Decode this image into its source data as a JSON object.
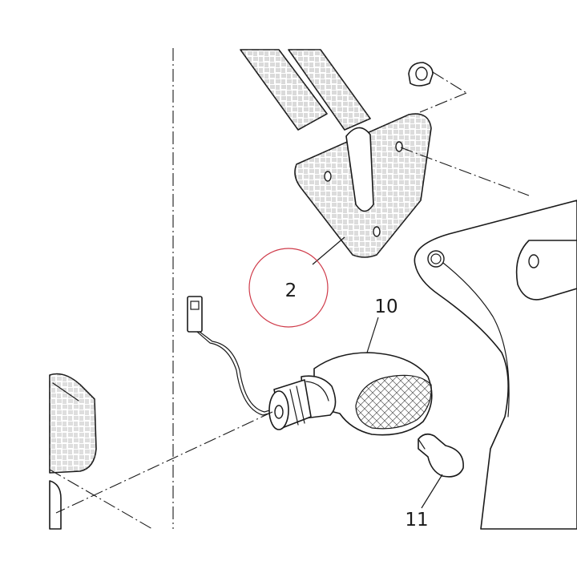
{
  "diagram": {
    "callouts": [
      {
        "id": "2",
        "label": "2",
        "highlighted": true
      },
      {
        "id": "10",
        "label": "10",
        "highlighted": false
      },
      {
        "id": "11",
        "label": "11",
        "highlighted": false
      }
    ],
    "colors": {
      "line": "#1a1a1a",
      "highlight_circle": "#cf3b4a",
      "background": "#ffffff"
    }
  }
}
